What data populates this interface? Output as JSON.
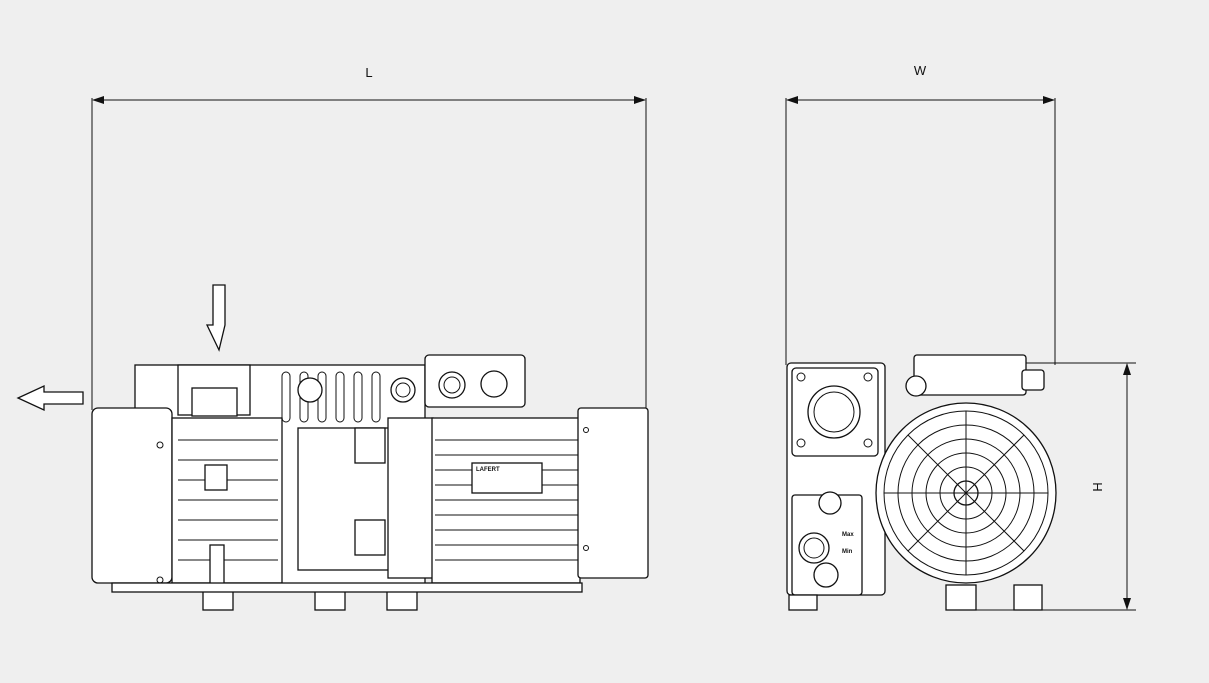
{
  "dimensions": {
    "length_label": "L",
    "width_label": "W",
    "height_label": "H"
  },
  "markings": {
    "motor_brand": "LAFERT",
    "oil_max": "Max",
    "oil_min": "Min"
  }
}
